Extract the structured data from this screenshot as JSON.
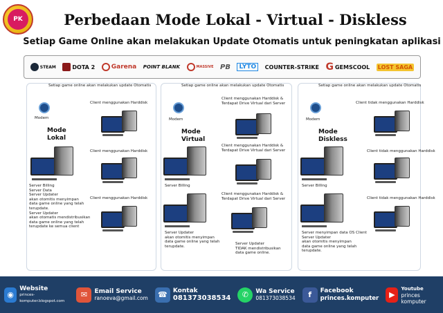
{
  "header": {
    "badge_text": "PK",
    "title": "Perbedaan Mode Lokal - Virtual - Diskless",
    "subtitle": "Setiap Game Online akan melakukan Update Otomatis untuk peningkatan aplikasi"
  },
  "games": [
    {
      "name": "STEAM",
      "color": "#1b2838"
    },
    {
      "name": "DOTA 2",
      "color": "#111111"
    },
    {
      "name": "Garena",
      "color": "#c0392b"
    },
    {
      "name": "POINT BLANK",
      "color": "#111111"
    },
    {
      "name": "MASSIVE",
      "color": "#c0392b"
    },
    {
      "name": "PB",
      "color": "#333333"
    },
    {
      "name": "LYTO",
      "color": "#1e88e5"
    },
    {
      "name": "COUNTER-STRIKE",
      "color": "#111111"
    },
    {
      "name": "GEMSCOOL",
      "color": "#c0392b"
    },
    {
      "name": "LOST SAGA",
      "color": "#d35400"
    }
  ],
  "panels": [
    {
      "update_note": "Setiap game online akan melakukan update Otomatis",
      "modem": "Modem",
      "mode": [
        "Mode",
        "Lokal"
      ],
      "clients": [
        "Client menggunakan Harddisk",
        "Client menggunakan Harddisk",
        "Client menggunakan Harddisk"
      ],
      "server_desc": [
        "Server Billing",
        "Server Data",
        "Server Updater",
        "akan otomitis menyimpan",
        "data game online yang telah",
        "terupdate.",
        "Server Updater",
        "akan otomatis mendistribusikan",
        "data game online yang telah",
        "terupdate ke semua client"
      ]
    },
    {
      "update_note": "Setiap game online akan melakukan update Otomatis",
      "modem": "Modem",
      "mode": [
        "Mode",
        "Virtual"
      ],
      "clients": [
        "Client menggunakan Harddisk &\nTerdapat Drive Virtual dari Server",
        "Client menggunakan Harddisk &\nTerdapat Drive Virtual dari Server",
        "Client menggunakan Harddisk &\nTerdapat Drive Virtual dari Server"
      ],
      "server_billing": "Server Billing",
      "server_desc": [
        "Server Updater",
        "akan otomitis menyimpan",
        "data game online yang telah",
        "terupdate."
      ],
      "server2_desc": [
        "Server Updater",
        "TIDAK mendistribusikan",
        "data game online."
      ]
    },
    {
      "update_note": "Setiap game online akan melakukan update Otomatis",
      "modem": "Modem",
      "mode": [
        "Mode",
        "Diskless"
      ],
      "clients": [
        "Client tidak menggunakan Harddisk",
        "Client tidak menggunakan Harddisk",
        "Client tidak menggunakan Harddisk"
      ],
      "server_billing": "Server Billing",
      "server_desc": [
        "Server menyimpan data OS Client",
        "Server Updater",
        "akan otomitis menyimpan",
        "data game online yang telah",
        "terupdate."
      ]
    }
  ],
  "footer": {
    "website_label": "Website",
    "website_value": "princes-komputer.blogspot.com",
    "email_label": "Email Service",
    "email_value": "ranoeva@gmail.com",
    "kontak_label": "Kontak",
    "kontak_value": "081373038534",
    "wa_label": "Wa Service",
    "wa_value": "081373038534",
    "facebook_label": "Facebook",
    "facebook_value": "princes.komputer",
    "youtube_label": "Youtube",
    "youtube_value": "princes komputer"
  },
  "colors": {
    "arrow": "#29a8e0",
    "footer_bg": "#1f3f66",
    "monitor": "#1c3f80"
  }
}
